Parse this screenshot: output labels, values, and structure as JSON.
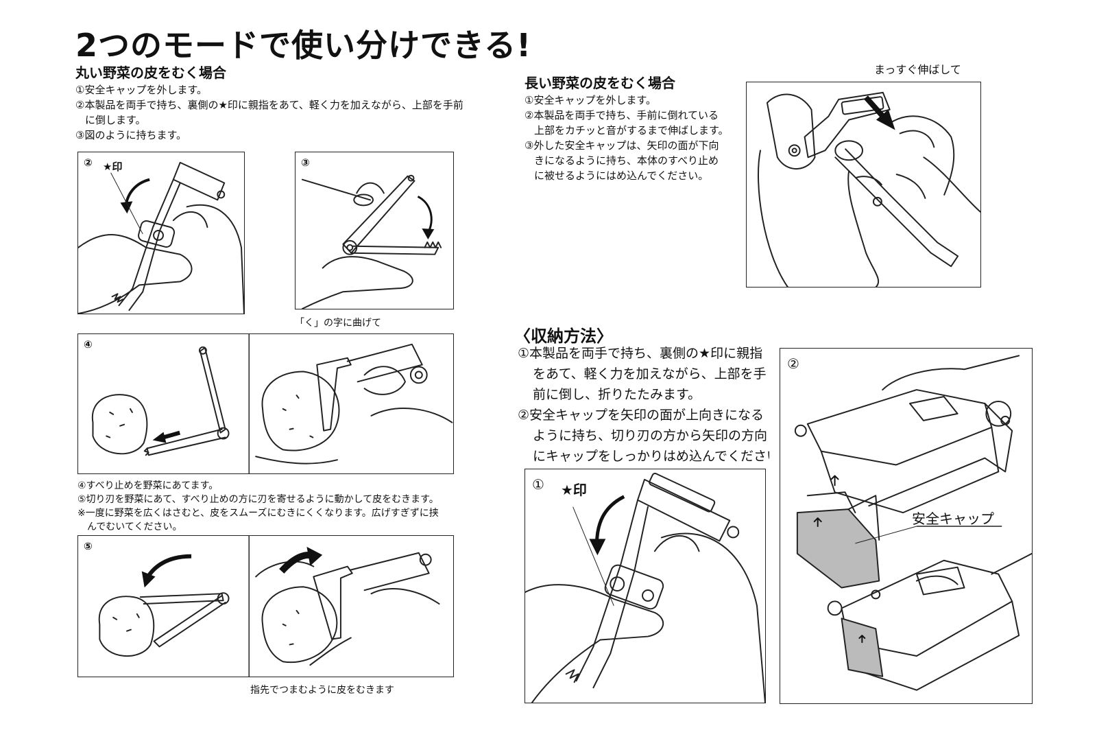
{
  "main_title": "2つのモードで使い分けできる!",
  "round": {
    "heading": "丸い野菜の皮をむく場合",
    "steps": [
      "①安全キャップを外します。",
      "②本製品を両手で持ち、裏側の★印に親指をあて、軽く力を加えながら、上部を手前",
      "に倒します。",
      "③図のように持ちます。"
    ],
    "panel2_num": "②",
    "panel2_star": "★印",
    "panel3_num": "③",
    "panel3_caption": "「く」の字に曲げて",
    "panel4_num": "④",
    "notes": [
      "④すべり止めを野菜にあてます。",
      "⑤切り刃を野菜にあて、すべり止めの方に刃を寄せるように動かして皮をむきます。",
      "※一度に野菜を広くはさむと、皮をスムーズにむきにくくなります。広げすぎずに挟",
      "んでむいてください。"
    ],
    "panel5_num": "⑤",
    "panel5_caption": "指先でつまむように皮をむきます"
  },
  "long": {
    "heading": "長い野菜の皮をむく場合",
    "top_caption": "まっすぐ伸ばして",
    "steps": [
      "①安全キャップを外します。",
      "②本製品を両手で持ち、手前に倒れている",
      "上部をカチッと音がするまで伸ばします。",
      "③外した安全キャップは、矢印の面が下向",
      "きになるように持ち、本体のすべり止め",
      "に被せるようにはめ込んでください。"
    ]
  },
  "storage": {
    "heading": "〈収納方法〉",
    "steps": [
      "①本製品を両手で持ち、裏側の★印に親指",
      "をあて、軽く力を加えながら、上部を手",
      "前に倒し、折りたたみます。",
      "②安全キャップを矢印の面が上向きになる",
      "ように持ち、切り刃の方から矢印の方向",
      "にキャップをしっかりはめ込んでください。"
    ],
    "panel1_num": "①",
    "panel1_star": "★印",
    "panel2_num": "②",
    "cap_label": "安全キャップ"
  }
}
